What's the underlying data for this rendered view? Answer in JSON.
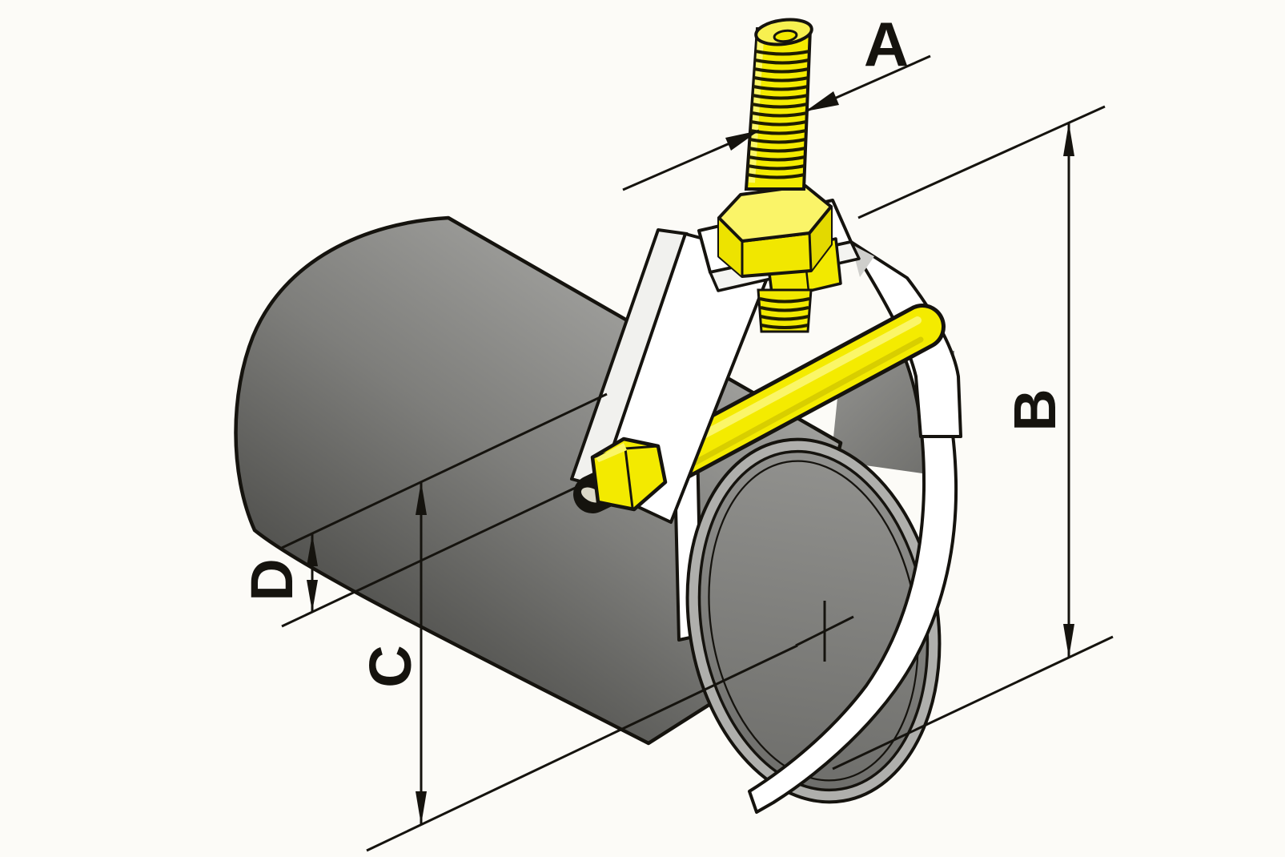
{
  "diagram": {
    "kind": "technical-illustration",
    "subject": "clevis pipe hanger on pipe with dimension callouts",
    "labels": {
      "rod_diameter": "A",
      "overall_height": "B",
      "bottom_to_center": "C",
      "pipe_clearance": "D"
    },
    "colors": {
      "background": "#FCFBF7",
      "line": "#15130e",
      "metal_white": "#FFFFFF",
      "pipe_gray_light": "#A6A6A3",
      "pipe_gray_dark": "#3B3B38",
      "pipe_face_gray": "#7E7E7B",
      "hardware_yellow": "#F4EB00",
      "hardware_yellow_light": "#FBF668",
      "thread_dark": "#1F1D00"
    }
  }
}
